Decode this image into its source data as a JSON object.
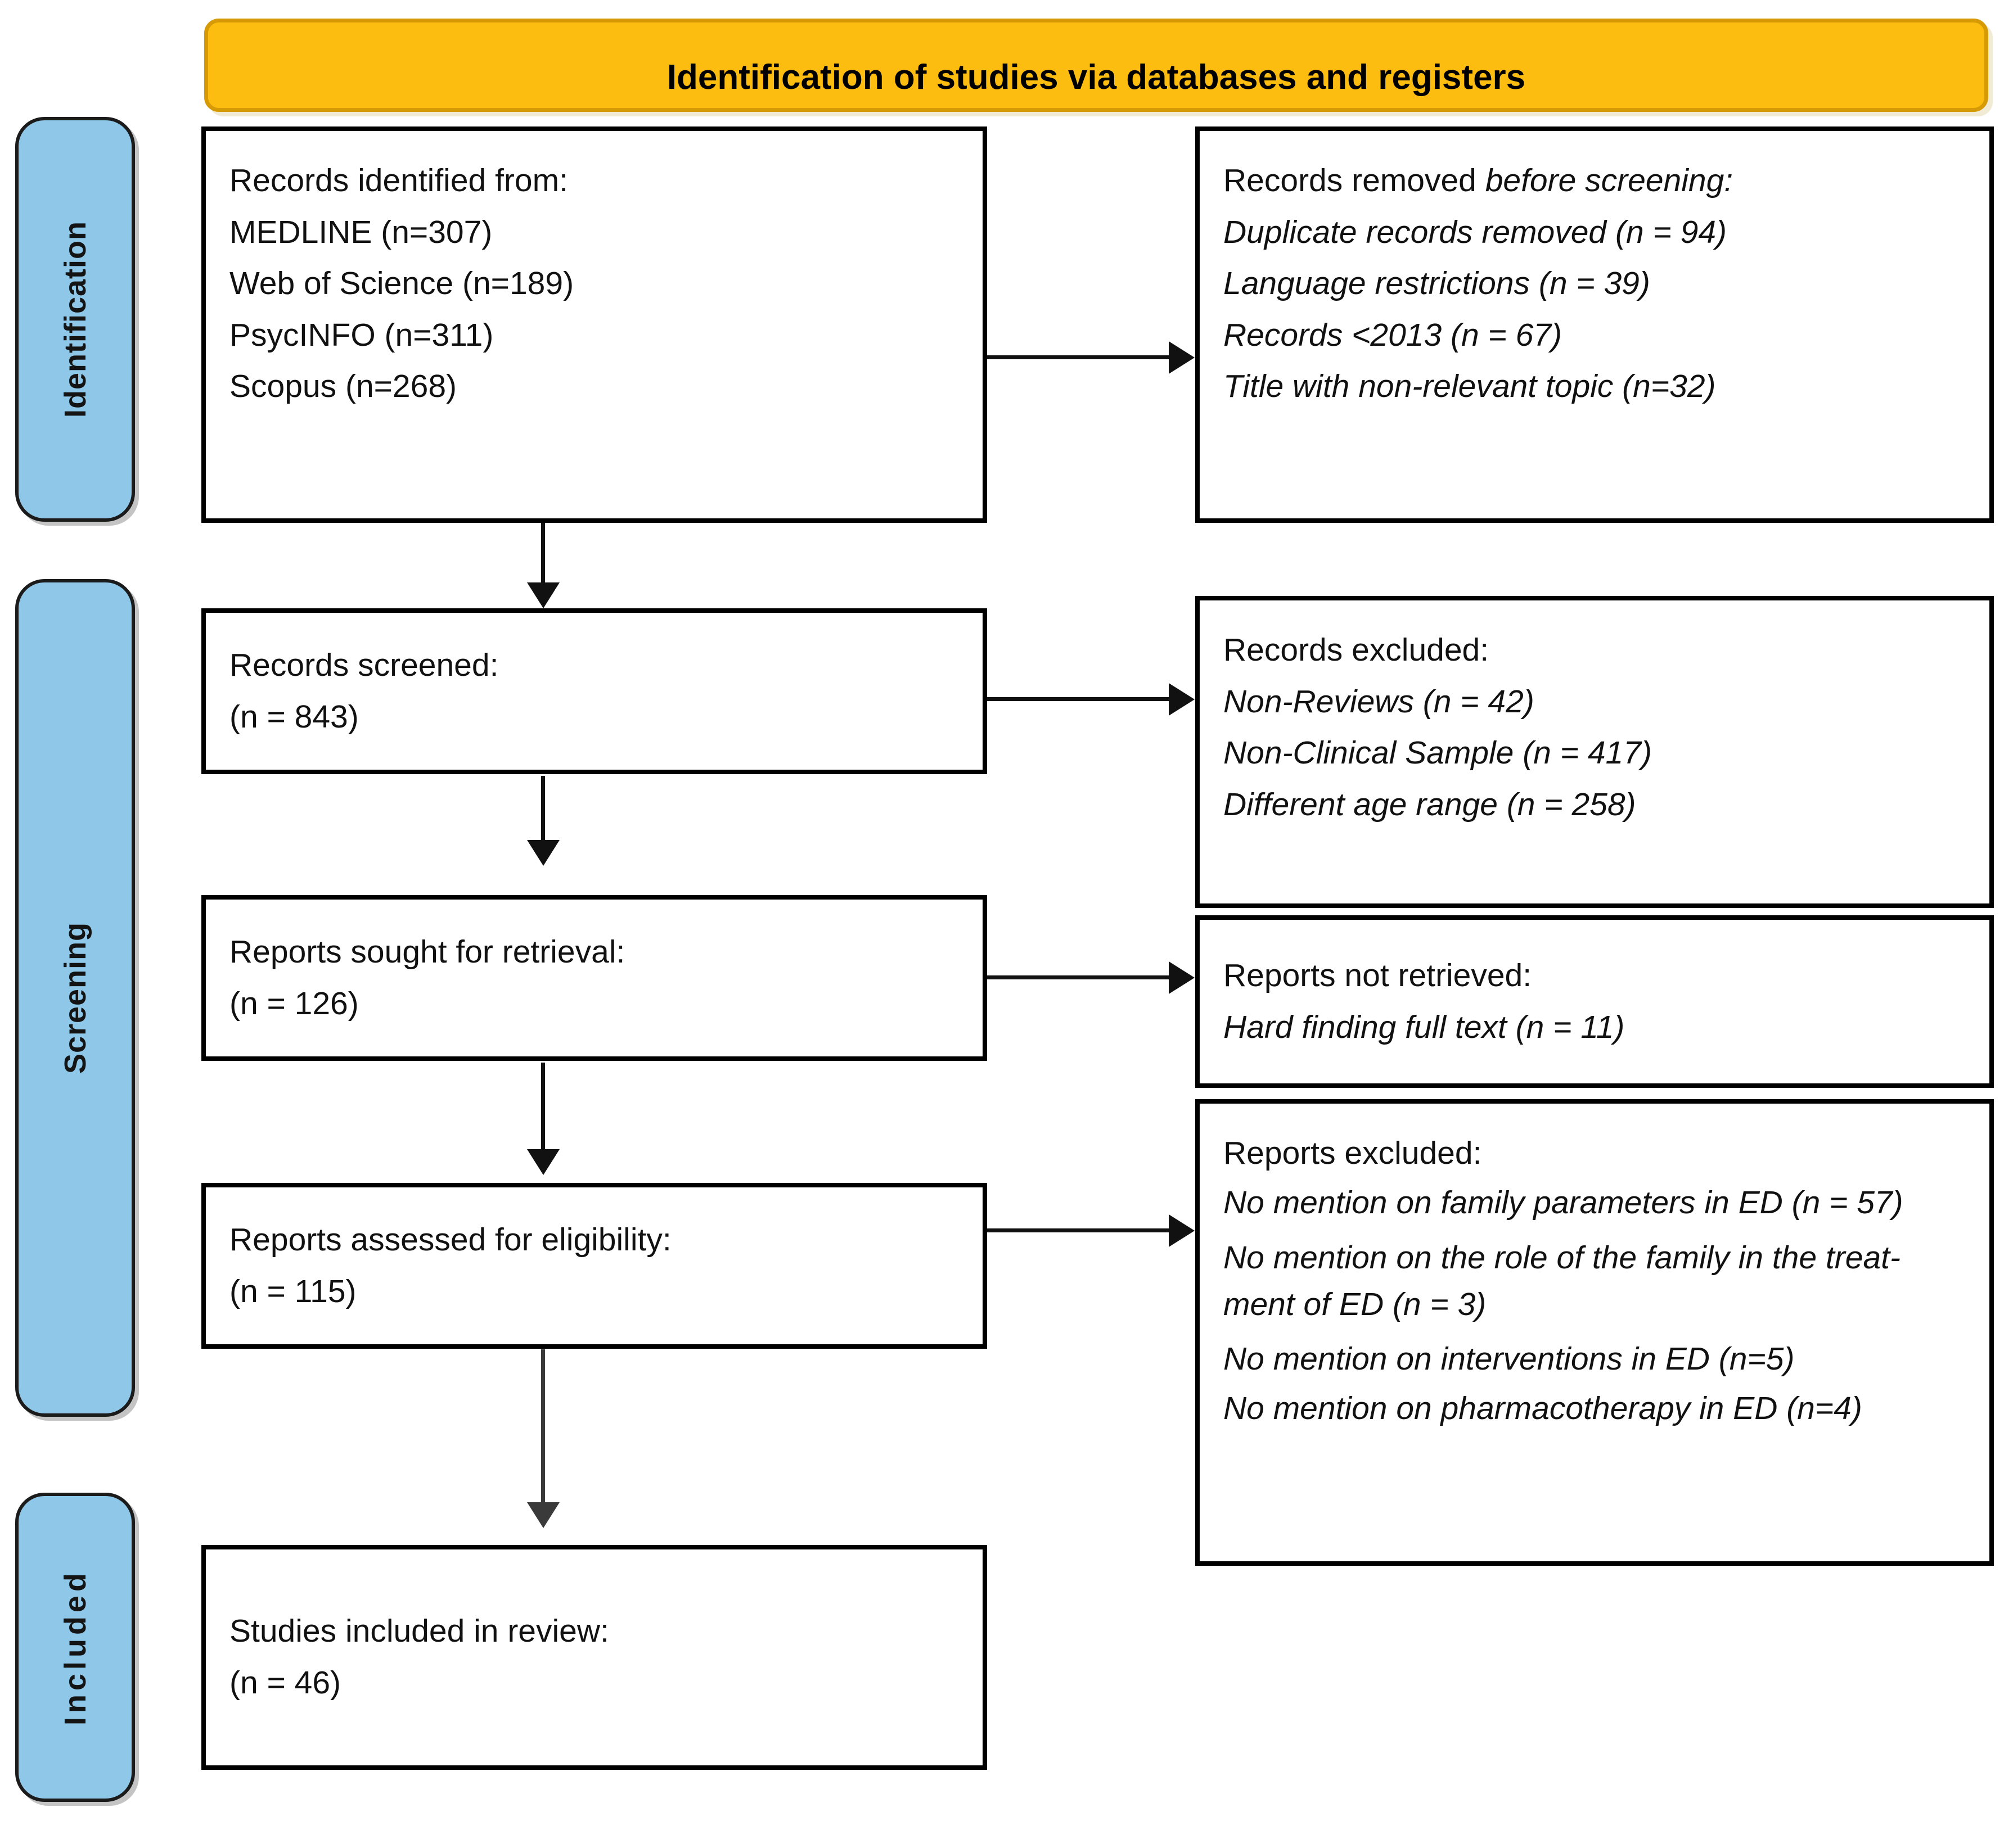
{
  "banner": {
    "title": "Identification of studies via databases and registers",
    "fill_color": "#FDBD10",
    "border_color": "#D79A07"
  },
  "stages": {
    "fill_color": "#8FC7E8",
    "identification": "Identification",
    "screening": "Screening",
    "included": "Included"
  },
  "boxes": {
    "identified": {
      "heading": "Records identified from:",
      "lines": [
        "MEDLINE (n=307)",
        "Web of Science (n=189)",
        "PsycINFO (n=311)",
        "Scopus (n=268)"
      ]
    },
    "removed_before_screening": {
      "heading_roman": "Records removed ",
      "heading_italic": "before screening:",
      "lines": [
        "Duplicate records removed (n = 94)",
        "Language restrictions (n = 39)",
        "Records <2013 (n = 67)",
        "Title with non-relevant topic (n=32)"
      ]
    },
    "records_screened": {
      "heading": "Records screened:",
      "count": "(n = 843)"
    },
    "records_excluded": {
      "heading": "Records excluded:",
      "lines": [
        "Non-Reviews (n = 42)",
        "Non-Clinical Sample (n = 417)",
        "Different age range (n = 258)"
      ]
    },
    "reports_sought": {
      "heading": "Reports sought for retrieval:",
      "count": "(n = 126)"
    },
    "reports_not_retrieved": {
      "heading": "Reports not retrieved:",
      "lines": [
        "Hard finding full text (n = 11)"
      ]
    },
    "reports_assessed": {
      "heading": "Reports assessed for eligibility:",
      "count": "(n = 115)"
    },
    "reports_excluded": {
      "heading": "Reports excluded:",
      "lines": [
        "No mention on family parameters in ED (n = 57)",
        "No mention on the role of the family in the treat-ment of ED (n = 3)",
        "No mention on interventions in ED (n=5)",
        "No mention on pharmacotherapy in ED (n=4)"
      ]
    },
    "studies_included": {
      "heading": "Studies included in review:",
      "count": "(n = 46)"
    }
  }
}
